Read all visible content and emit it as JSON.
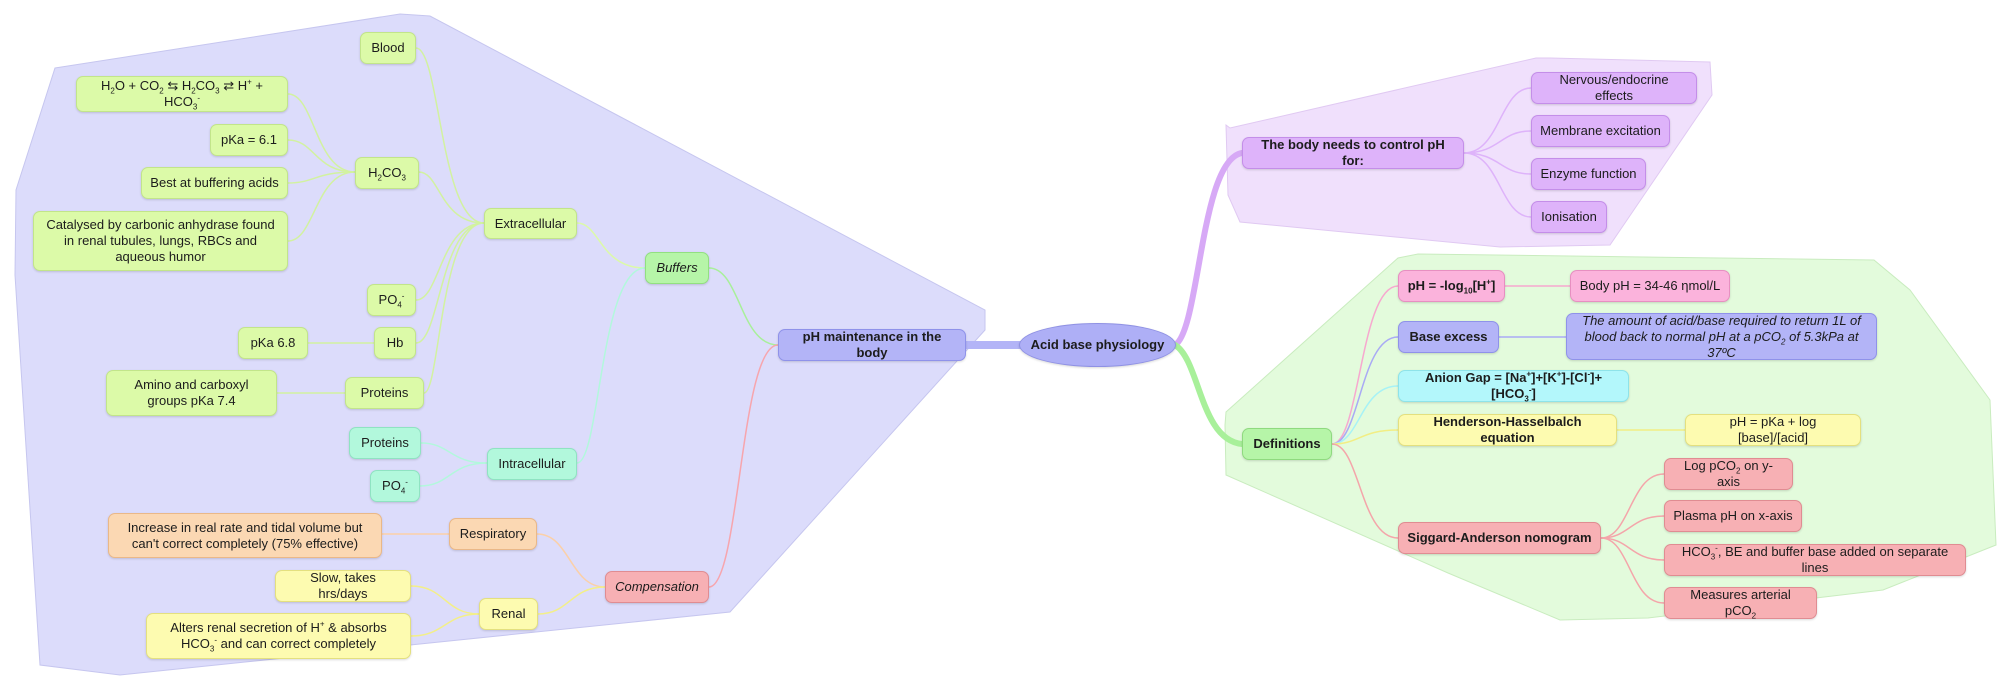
{
  "root": {
    "label": "Acid base physiology"
  },
  "ph_maintenance": {
    "label": "pH maintenance in the body",
    "buffers": {
      "label": "Buffers",
      "extracellular": {
        "label": "Extracellular",
        "blood": "Blood",
        "h2co3": {
          "label_main": "H",
          "label_sub1": "2",
          "label_mid": "CO",
          "label_sub2": "3",
          "equation": {
            "p1": "H",
            "s1": "2",
            "p2": "O + CO",
            "s2": "2",
            "p3": " ⇆ H",
            "s3": "2",
            "p4": "CO",
            "s4": "3",
            "p5": " ⇄ H",
            "sup1": "+",
            "p6": " + HCO",
            "s5": "3",
            "sup2": "-"
          },
          "pka": "pKa = 6.1",
          "best": "Best at buffering acids",
          "catalysed": "Catalysed by carbonic anhydrase found in renal tubules, lungs, RBCs and aqueous humor"
        },
        "po4": {
          "main": "PO",
          "sub": "4",
          "sup": "-"
        },
        "hb": {
          "label": "Hb",
          "pka": "pKa 6.8"
        },
        "proteins": {
          "label": "Proteins",
          "groups": "Amino and carboxyl groups pKa 7.4"
        }
      },
      "intracellular": {
        "label": "Intracellular",
        "proteins": "Proteins",
        "po4": {
          "main": "PO",
          "sub": "4",
          "sup": "-"
        }
      }
    },
    "compensation": {
      "label": "Compensation",
      "respiratory": {
        "label": "Respiratory",
        "detail": "Increase in real rate and tidal volume but can't correct completely (75% effective)"
      },
      "renal": {
        "label": "Renal",
        "slow": "Slow, takes hrs/days",
        "alters": {
          "p1": "Alters renal secretion of H",
          "sup1": "+",
          "p2": " & absorbs HCO",
          "s1": "3",
          "sup2": "-",
          "p3": " and can correct completely"
        }
      }
    }
  },
  "control": {
    "label": "The body needs to control pH for:",
    "items": [
      "Nervous/endocrine effects",
      "Membrane excitation",
      "Enzyme function",
      "Ionisation"
    ]
  },
  "definitions": {
    "label": "Definitions",
    "ph": {
      "p1": "pH = -log",
      "sub": "10",
      "p2": "[H",
      "sup": "+",
      "p3": "]",
      "body": "Body pH = 34-46 ηmol/L"
    },
    "base_excess": {
      "label": "Base excess",
      "detail_p1": "The amount of acid/base required to return 1L of blood back to normal pH at a pCO",
      "detail_sub": "2",
      "detail_p2": " of 5.3kPa at 37ºC"
    },
    "anion_gap": {
      "p1": "Anion Gap = [Na",
      "sup1": "+",
      "p2": "]+[K",
      "sup2": "+",
      "p3": "]-[Cl",
      "sup3": "-",
      "p4": "]+[HCO",
      "sub": "3",
      "sup4": "-",
      "p5": "]"
    },
    "hh": {
      "label": "Henderson-Hasselbalch equation",
      "formula": "pH = pKa + log [base]/[acid]"
    },
    "siggard": {
      "label": "Siggard-Anderson nomogram",
      "log": {
        "p1": "Log pCO",
        "sub": "2",
        "p2": " on y-axis"
      },
      "plasma": "Plasma pH on x-axis",
      "hco3": {
        "p1": "HCO",
        "sub": "3",
        "sup": "-",
        "p2": ", BE and buffer base added on separate lines"
      },
      "measures": {
        "p1": "Measures arterial pCO",
        "sub": "2"
      }
    }
  },
  "colors": {
    "left_region": "#dcdcfb",
    "purple_region": "#f0e0fc",
    "green_region": "#e3fbdc",
    "branch_purple": "#d7a9f6",
    "branch_green": "#a8f09a",
    "branch_blue": "#b3b4f7"
  }
}
